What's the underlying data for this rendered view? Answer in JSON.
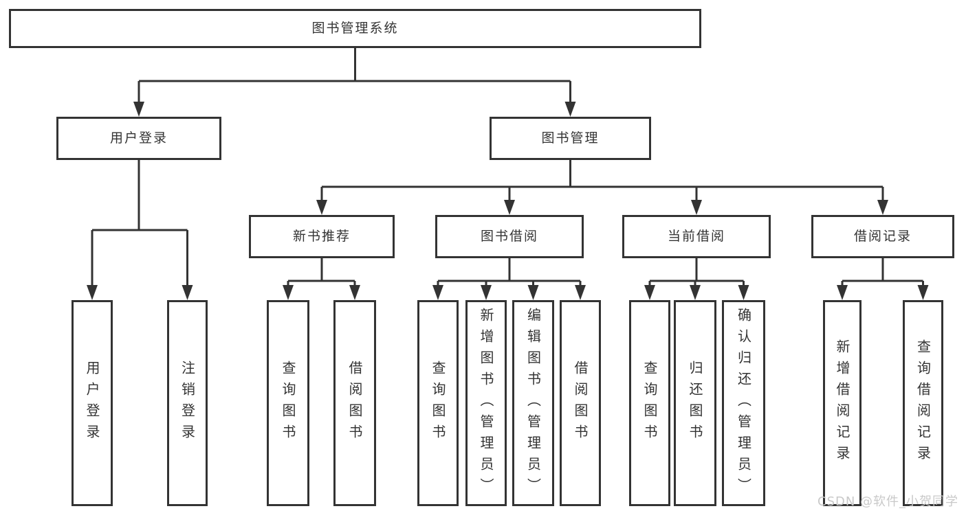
{
  "diagram": {
    "root": {
      "label": "图书管理系统"
    },
    "branches": [
      {
        "label": "用户登录",
        "children": [
          {
            "label": "用户登录"
          },
          {
            "label": "注销登录"
          }
        ]
      },
      {
        "label": "图书管理",
        "children": [
          {
            "label": "新书推荐",
            "children": [
              {
                "label": "查询图书"
              },
              {
                "label": "借阅图书"
              }
            ]
          },
          {
            "label": "图书借阅",
            "children": [
              {
                "label": "查询图书"
              },
              {
                "label": "新增图书（管理员）"
              },
              {
                "label": "编辑图书（管理员）"
              },
              {
                "label": "借阅图书"
              }
            ]
          },
          {
            "label": "当前借阅",
            "children": [
              {
                "label": "查询图书"
              },
              {
                "label": "归还图书"
              },
              {
                "label": "确认归还（管理员）"
              }
            ]
          },
          {
            "label": "借阅记录",
            "children": [
              {
                "label": "新增借阅记录"
              },
              {
                "label": "查询借阅记录"
              }
            ]
          }
        ]
      }
    ]
  },
  "watermark": {
    "label": "CSDN @软件_小贺同学"
  },
  "colors": {
    "line": "#333333",
    "box_border": "#333333",
    "box_background": "#ffffff",
    "text": "#333333",
    "watermark": "#c9c9c9",
    "background": "#ffffff"
  }
}
